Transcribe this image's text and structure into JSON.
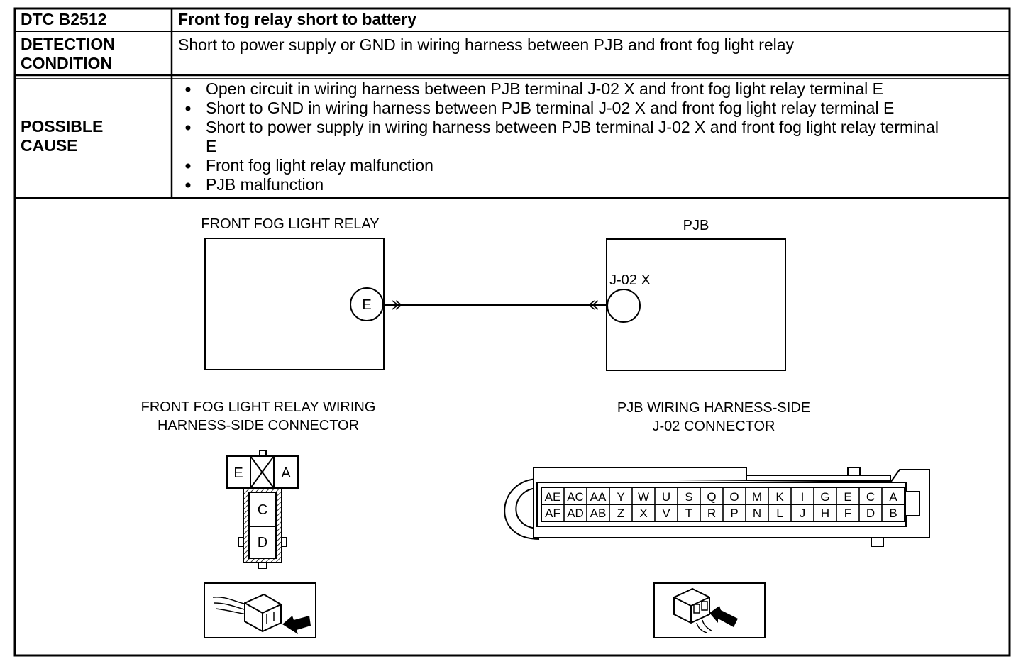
{
  "table": {
    "dtc_label": "DTC B2512",
    "dtc_title": "Front fog relay short to battery",
    "detection_label_line1": "DETECTION",
    "detection_label_line2": "CONDITION",
    "detection_text": "Short to power supply or GND in wiring harness between PJB and front fog light relay",
    "cause_label_line1": "POSSIBLE",
    "cause_label_line2": "CAUSE",
    "causes": [
      "Open circuit in wiring harness between PJB terminal J-02 X and front fog light relay terminal E",
      "Short to GND in wiring harness between PJB terminal J-02 X and front fog light relay terminal E",
      "Short to power supply in wiring harness between PJB terminal J-02 X and front fog light relay terminal",
      "E",
      "Front fog light relay malfunction",
      "PJB malfunction"
    ]
  },
  "diagram": {
    "relay_title": "FRONT FOG LIGHT RELAY",
    "relay_terminal": "E",
    "pjb_title": "PJB",
    "pjb_terminal": "J-02 X",
    "relay_connector_title_line1": "FRONT FOG LIGHT RELAY WIRING",
    "relay_connector_title_line2": "HARNESS-SIDE CONNECTOR",
    "relay_connector_pins": [
      "E",
      "A",
      "C",
      "D"
    ],
    "pjb_connector_title_line1": "PJB WIRING HARNESS-SIDE",
    "pjb_connector_title_line2": "J-02 CONNECTOR",
    "pjb_top_row": [
      "AE",
      "AC",
      "AA",
      "Y",
      "W",
      "U",
      "S",
      "Q",
      "O",
      "M",
      "K",
      "I",
      "G",
      "E",
      "C",
      "A"
    ],
    "pjb_bottom_row": [
      "AF",
      "AD",
      "AB",
      "Z",
      "X",
      "V",
      "T",
      "R",
      "P",
      "N",
      "L",
      "J",
      "H",
      "F",
      "D",
      "B"
    ]
  }
}
